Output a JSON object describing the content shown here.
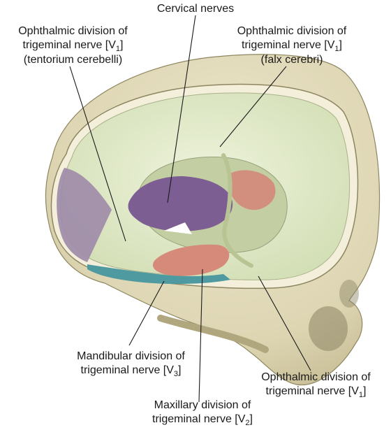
{
  "labels": {
    "cervical": {
      "line1": "Cervical nerves"
    },
    "tentorium": {
      "line1": "Ophthalmic division of",
      "line2_pre": "trigeminal nerve [V",
      "line2_sub": "1",
      "line2_post": "]",
      "line3": "(tentorium cerebelli)"
    },
    "falx": {
      "line1": "Ophthalmic division of",
      "line2_pre": "trigeminal nerve [V",
      "line2_sub": "1",
      "line2_post": "]",
      "line3": "(falx cerebri)"
    },
    "mandibular": {
      "line1": "Mandibular division of",
      "line2_pre": "trigeminal nerve [V",
      "line2_sub": "3",
      "line2_post": "]"
    },
    "ophthalmic_lower": {
      "line1": "Ophthalmic division of",
      "line2_pre": "trigeminal nerve [V",
      "line2_sub": "1",
      "line2_post": "]"
    },
    "maxillary": {
      "line1": "Maxillary division of",
      "line2_pre": "trigeminal nerve [V",
      "line2_sub": "2",
      "line2_post": "]"
    }
  },
  "colors": {
    "bone": "#e3dcbc",
    "bone_shadow": "#c9c09a",
    "dura": "#dce6c4",
    "ophthalmic_region": "#9d8aa9",
    "cervical_region": "#7d5e92",
    "maxillary_region": "#d58a7a",
    "mandibular_region": "#4e9aa0",
    "leader_line": "#1a1a1a"
  }
}
